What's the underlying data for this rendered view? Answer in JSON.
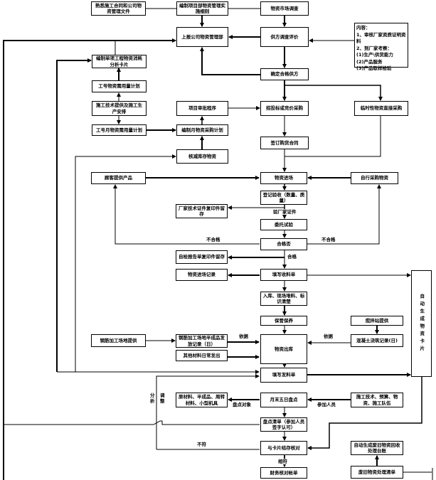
{
  "boxes": {
    "familiarize": "熟悉施工合同和公司物资管理文件",
    "detail_rules": "编制项目部物资管理实施细则",
    "market_survey": "物资市场调查",
    "report_company": "上报公司物资管理部",
    "supplier_eval": "供方调查评价",
    "qualified_supplier": "确定合格供方",
    "consumption_card": "编制单项工程物资消耗分析卡片",
    "demand_plan": "工号物资需用量计划",
    "tech_arrangement": "施工技术提供及施工生产安排",
    "monthly_demand": "工号月物资需用量计划",
    "approval": "项目审批程序",
    "monthly_purchase": "编制月物资采购计划",
    "deduct_stock": "核减库存物资",
    "bidding": "招投标或竞价采购",
    "temporary": "临时性物资直接采购",
    "contract": "签订购货合同",
    "customer_supply": "顾客提供产品",
    "arrival": "物资进场",
    "self_purchase": "自行采购物资",
    "register": "登记验收（数量、质量）",
    "cert_copy": "厂家技术证件复印件留存",
    "test": "委托试验",
    "qualified_q": "合格否",
    "report_copy": "自检报告单复印件留存",
    "arrival_record": "物资进场记录",
    "receipt": "填写收料单",
    "storage": "入库、现场堆料、标识清楚",
    "maintenance": "保管保养",
    "outbound": "物资出库",
    "rebar_site": "钢筋加工场地提供",
    "rebar_record": "钢筋加工场地半成品发放记录（日）",
    "other_materials": "其他材料日常发出",
    "mixing_station": "搅拌站提供",
    "concrete_record": "混凝土浇筑记录(日)",
    "auto_card": "自动生成物资卡片",
    "issue_slip": "填写发料单",
    "inventory_objects": "原材料、半成品、周转材料、小型机具",
    "month_end": "月末五日盘点",
    "participants_box": "施工技术、预算、物资、施工队伍",
    "inventory_list": "盘点清单（参加人员签字认可）",
    "card_check": "与卡片结存核对",
    "finance": "财务核对帐单",
    "scrap_ledger": "自动生成废旧物资回收处理台账",
    "scrap_list": "废旧物资处理清单"
  },
  "info": {
    "lines": [
      "内容：",
      "1、审核厂家资质证明资料",
      "2、到厂家考察：",
      "(1)生产\\供货能力",
      "(2)产品服务",
      "(3)产品取样检验"
    ]
  },
  "labels": {
    "verify_cert": "验厂家证件",
    "unqualified_left": "不合格",
    "unqualified_right": "不合格",
    "qualified": "合格",
    "basis_left": "依据",
    "basis_right": "依据",
    "inventory_object": "盘点对象",
    "participants": "参加人员",
    "mismatch": "不符",
    "match": "相符",
    "analyze": "分析",
    "adjust": "调整"
  }
}
